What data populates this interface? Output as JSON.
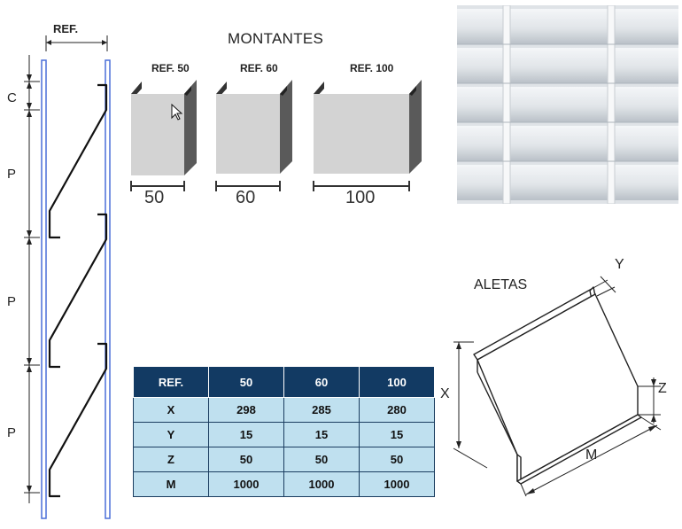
{
  "ref_label": "REF.",
  "montantes": {
    "title": "MONTANTES",
    "profiles": [
      {
        "ref": "REF. 50",
        "width": "50"
      },
      {
        "ref": "REF. 60",
        "width": "60"
      },
      {
        "ref": "REF. 100",
        "width": "100"
      }
    ]
  },
  "left_dims": {
    "c": "C",
    "p1": "P",
    "p2": "P",
    "p3": "P"
  },
  "aletas": {
    "title": "ALETAS",
    "x": "X",
    "y": "Y",
    "z": "Z",
    "m": "M"
  },
  "table": {
    "headers": [
      "REF.",
      "50",
      "60",
      "100"
    ],
    "rows": [
      [
        "X",
        "298",
        "285",
        "280"
      ],
      [
        "Y",
        "15",
        "15",
        "15"
      ],
      [
        "Z",
        "50",
        "50",
        "50"
      ],
      [
        "M",
        "1000",
        "1000",
        "1000"
      ]
    ]
  }
}
